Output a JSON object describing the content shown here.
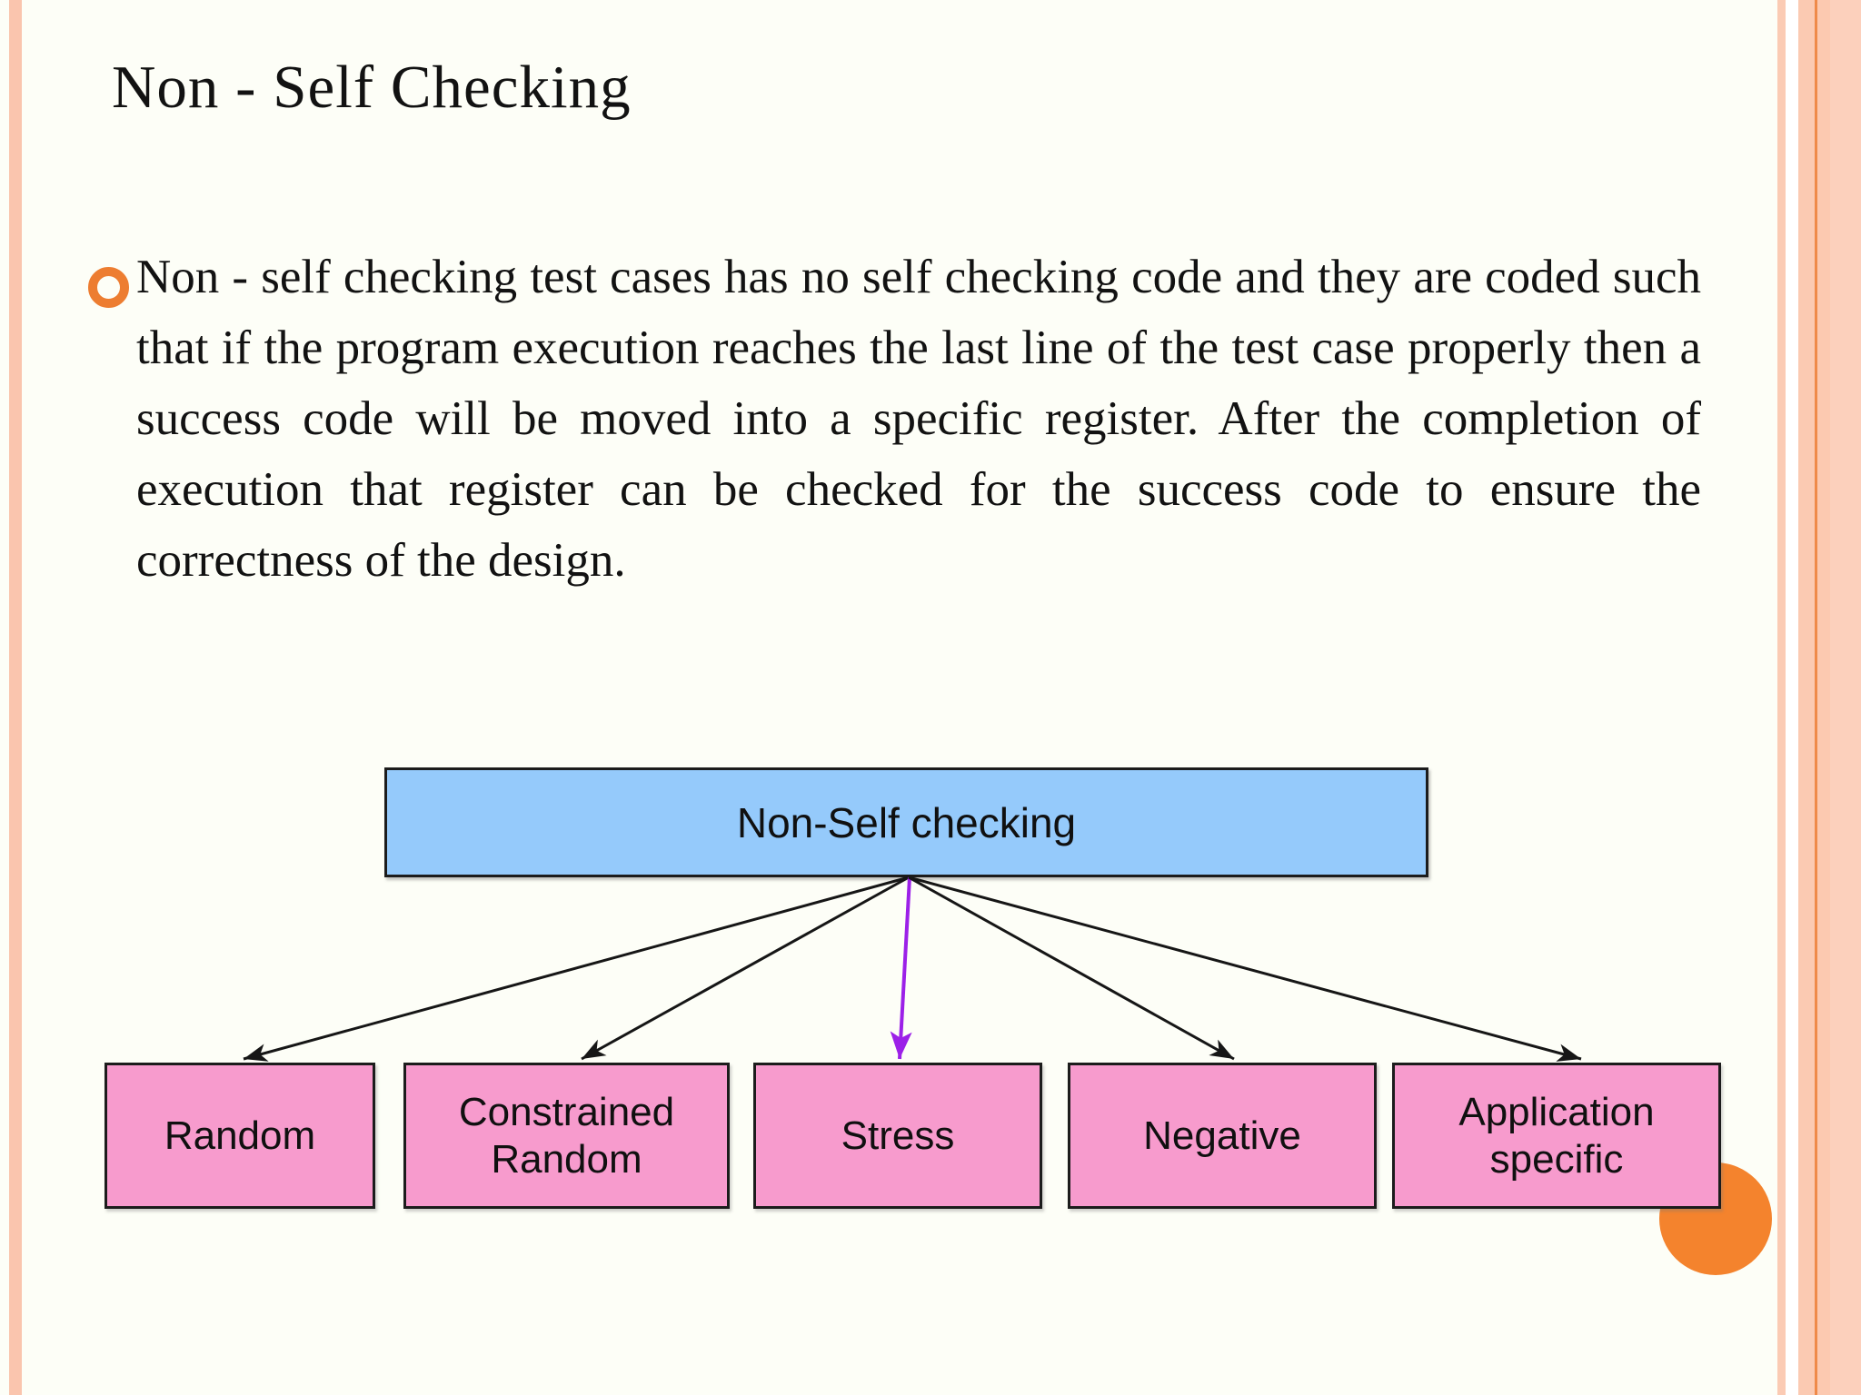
{
  "slide": {
    "title": "Non - Self Checking",
    "bullet_text": "Non - self checking test cases has no self checking code and they are coded such that if the program execution reaches the last line of the test case properly then a success code will be moved into a specific register. After the completion of execution that register can be checked for the success code to ensure the correctness of the design.",
    "diagram": {
      "root": {
        "label": "Non-Self checking"
      },
      "children": [
        {
          "label": "Random"
        },
        {
          "label": "Constrained Random"
        },
        {
          "label": "Stress"
        },
        {
          "label": "Negative"
        },
        {
          "label": "Application specific"
        }
      ]
    },
    "colors": {
      "root_box_fill": "#95CAFB",
      "child_box_fill": "#F79BCD",
      "box_border": "#1C1C1C",
      "arrow_black": "#161616",
      "arrow_purple": "#9C20E8",
      "bullet_ring": "#ED7D31",
      "accent_circle": "#F4832D",
      "stripe_peach": "#FBCBB4",
      "stripe_orange_line": "#EF8A49",
      "slide_background": "#FDFEF7"
    }
  }
}
